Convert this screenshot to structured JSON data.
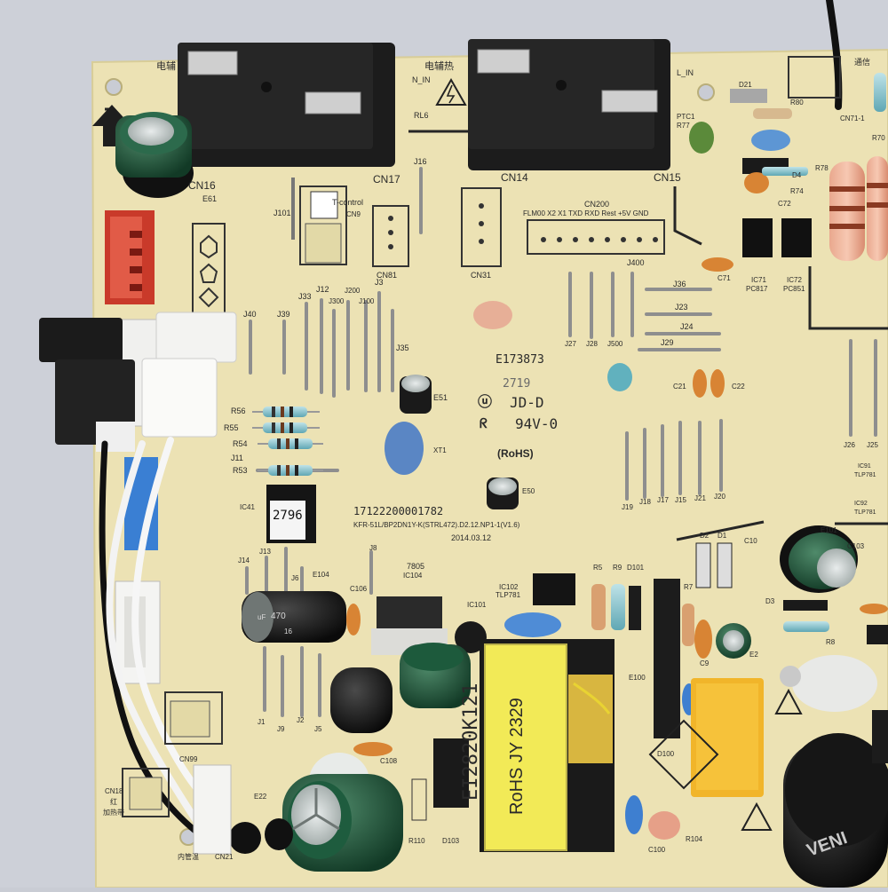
{
  "board": {
    "serial": "E173873",
    "date_code": "2719",
    "mfr_mark": "JD-D",
    "flammability": "94V-0",
    "rohs": "(RoHS)",
    "part_number": "17122200001782",
    "model": "KFR-51L/BP2DN1Y-K(STRL472).D2.12.NP1-1(V1.6)",
    "date": "2014.03.12",
    "sticker": "2796"
  },
  "labels": {
    "cn16": "CN16",
    "cn17": "CN17",
    "cn14": "CN14",
    "cn15": "CN15",
    "n_in": "N_IN",
    "l_in": "L_IN",
    "rl6": "RL6",
    "e61": "E61",
    "j16": "J16",
    "j101": "J101",
    "cn9": "CN9",
    "t_control": "T-control",
    "cn81": "CN81",
    "cn31": "CN31",
    "cn200": "CN200",
    "j400": "J400",
    "cn200_pins": "FLM00  X2  X1  TXD  RXD  Rest  +5V  GND",
    "j36": "J36",
    "j23": "J23",
    "j24": "J24",
    "j29": "J29",
    "j27": "J27",
    "j28": "J28",
    "j500": "J500",
    "j40": "J40",
    "j39": "J39",
    "j33": "J33",
    "j12": "J12",
    "j300": "J300",
    "j200": "J200",
    "j100": "J100",
    "j3": "J3",
    "j35": "J35",
    "e51": "E51",
    "xt1": "XT1",
    "e50": "E50",
    "r56": "R56",
    "r55": "R55",
    "r54": "R54",
    "r53": "R53",
    "j11": "J11",
    "ic41": "IC41",
    "c21": "C21",
    "c22": "C22",
    "j19": "J19",
    "j18": "J18",
    "j17": "J17",
    "j15": "J15",
    "j21": "J21",
    "j20": "J20",
    "j26": "J26",
    "j25": "J25",
    "ic91": "IC91",
    "tlp781_a": "TLP781",
    "ic92": "IC92",
    "tlp781_b": "TLP781",
    "d21": "D21",
    "r80": "R80",
    "ptc1": "PTC1",
    "r77": "R77",
    "r78": "R78",
    "d4": "D4",
    "r74": "R74",
    "c72": "C72",
    "c71": "C71",
    "ic71": "IC71",
    "pc817": "PC817",
    "ic72": "IC72",
    "pc851": "PC851",
    "tongxin": "通信",
    "cn71_1": "CN71-1",
    "r70": "R70",
    "j14": "J14",
    "j13": "J13",
    "j6": "J6",
    "e104": "E104",
    "j8": "J8",
    "c106": "C106",
    "u7805": "7805",
    "ic104": "IC104",
    "ic101": "IC101",
    "ic102": "IC102",
    "tlp781_c": "TLP781",
    "r5": "R5",
    "r9": "R9",
    "d101": "D101",
    "d2": "D2",
    "d1": "D1",
    "c10": "C10",
    "e101": "E101",
    "c103": "C103",
    "r7": "R7",
    "d3": "D3",
    "r8": "R8",
    "e2": "E2",
    "c9": "C9",
    "cap_value": "470",
    "cap_unit": "uF",
    "cap_volt": "16",
    "transformer_line1": "EI2820K121",
    "transformer_line2": "RoHS  JY 2329",
    "e100": "E100",
    "d100": "D100",
    "c100": "C100",
    "r104": "R104",
    "r110": "R110",
    "d103": "D103",
    "c108": "C108",
    "j1": "J1",
    "j9": "J9",
    "j2": "J2",
    "j5": "J5",
    "cn99": "CN99",
    "cn18": "CN18",
    "hong": "红",
    "jiare": "加热带",
    "e22": "E22",
    "cn21": "CN21",
    "neiguanwen": "内管温",
    "dianfure_a": "电辅",
    "dianfure_b": "电辅热",
    "big_cap_brand": "VENI"
  }
}
